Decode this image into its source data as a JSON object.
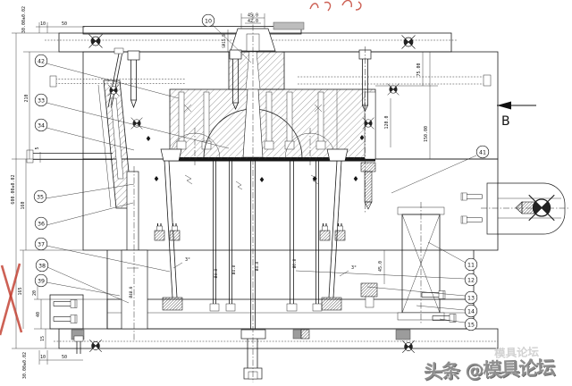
{
  "drawing": {
    "view": {
      "label": "B"
    },
    "balloons": {
      "top": [
        "10"
      ],
      "left": [
        "42",
        "33",
        "34",
        "35",
        "36",
        "37",
        "38",
        "39"
      ],
      "right_upper": [
        "41"
      ],
      "right": [
        "11",
        "12",
        "13",
        "14",
        "15"
      ]
    },
    "dims": {
      "tol_top": "30.00±0.02",
      "tol_bottom": "30.00±0.02",
      "top_10": "10",
      "top_50": "50",
      "left_210": "210",
      "overall": "600.00±0.02",
      "left_160": "160",
      "left_5": "5",
      "left_165": "165",
      "left_20": "20",
      "left_40": "40",
      "left_15": "15",
      "bot_10": "10",
      "bot_50": "50",
      "right_75": "75.00",
      "right_150": "150.00",
      "right_120": "120.0",
      "xbox_45": "45.0",
      "angle_l": "3°",
      "angle_r": "3°",
      "sprue_d1": "45.0",
      "sprue_d2": "42.0",
      "sprue_r": "SR15.5",
      "pillar": "Ø48.0",
      "pin_1": "Ø4.8",
      "pin_2": "Ø4.8",
      "pin_3": "Ø4.8",
      "pin_4": "Ø6.8"
    }
  },
  "watermarks": {
    "main": "头条 @模具论坛",
    "ghost": "模具论坛"
  }
}
